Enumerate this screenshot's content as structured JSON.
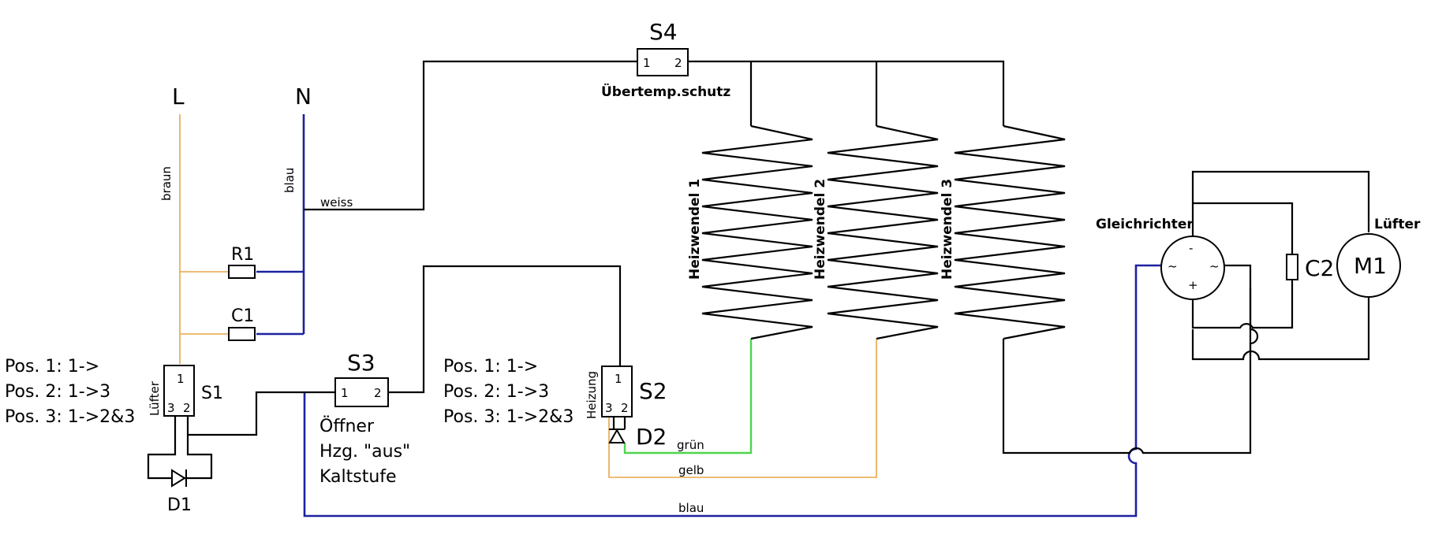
{
  "labels": {
    "L": "L",
    "N": "N",
    "braun": "braun",
    "blau_top": "blau",
    "weiss": "weiss",
    "R1": "R1",
    "C1": "C1",
    "S1": "S1",
    "S1_luefter": "Lüfter",
    "S1_pin1": "1",
    "S1_pin3": "3",
    "S1_pin2": "2",
    "S1_pos1": "Pos. 1: 1->",
    "S1_pos2": "Pos. 2: 1->3",
    "S1_pos3": "Pos. 3: 1->2&3",
    "D1": "D1",
    "S3": "S3",
    "S3_pin1": "1",
    "S3_pin2": "2",
    "S3_line1": "Öffner",
    "S3_line2": "Hzg. \"aus\"",
    "S3_line3": "Kaltstufe",
    "S2": "S2",
    "S2_heizung": "Heizung",
    "S2_pin1": "1",
    "S2_pin3": "3",
    "S2_pin2": "2",
    "S2_pos1": "Pos. 1: 1->",
    "S2_pos2": "Pos. 2: 1->3",
    "S2_pos3": "Pos. 3: 1->2&3",
    "D2": "D2",
    "gruen": "grün",
    "gelb": "gelb",
    "blau_bottom": "blau",
    "S4": "S4",
    "S4_pin1": "1",
    "S4_pin2": "2",
    "S4_desc": "Übertemp.schutz",
    "heiz1": "Heizwendel 1",
    "heiz2": "Heizwendel 2",
    "heiz3": "Heizwendel 3",
    "gleichrichter": "Gleichrichter",
    "gr_minus": "-",
    "gr_plus": "+",
    "gr_ac1": "~",
    "gr_ac2": "~",
    "C2": "C2",
    "M1": "M1",
    "luefter": "Lüfter"
  },
  "colors": {
    "wire_black": "#000000",
    "wire_blue": "#1c22a0",
    "wire_orange": "#e8a54a",
    "wire_green": "#4cd64c"
  }
}
